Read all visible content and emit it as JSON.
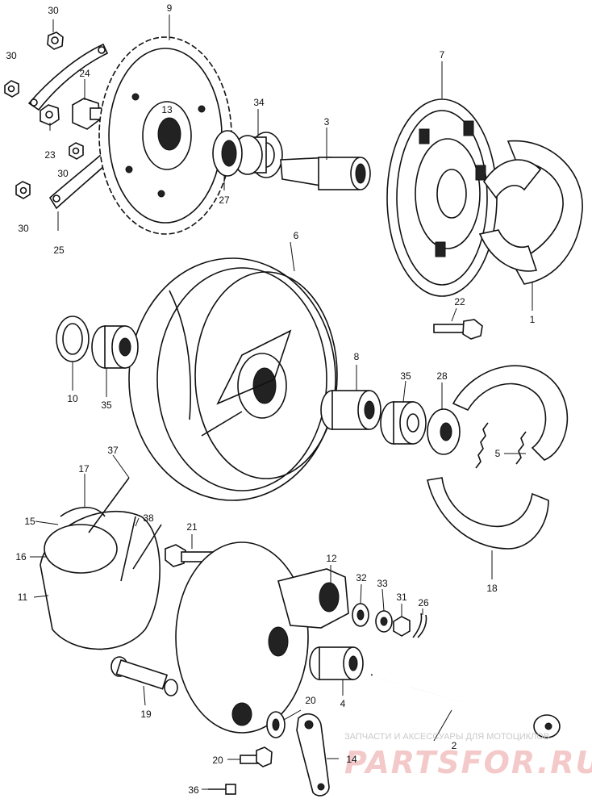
{
  "diagram": {
    "parts": [
      {
        "id": "p9",
        "label": "9",
        "part": "sprocket"
      },
      {
        "id": "p30a",
        "label": "30",
        "part": "nut"
      },
      {
        "id": "p30b",
        "label": "30",
        "part": "nut"
      },
      {
        "id": "p30c",
        "label": "30",
        "part": "nut"
      },
      {
        "id": "p30d",
        "label": "30",
        "part": "nut"
      },
      {
        "id": "p24",
        "label": "24",
        "part": "bolt"
      },
      {
        "id": "p23",
        "label": "23",
        "part": "nut"
      },
      {
        "id": "p25",
        "label": "25",
        "part": "lock-plate"
      },
      {
        "id": "p13",
        "label": "13",
        "part": "bearing"
      },
      {
        "id": "p34",
        "label": "34",
        "part": "bearing"
      },
      {
        "id": "p27",
        "label": "27",
        "part": "seal"
      },
      {
        "id": "p3",
        "label": "3",
        "part": "sprocket-flange-sleeve"
      },
      {
        "id": "p7",
        "label": "7",
        "part": "final-driven-flange"
      },
      {
        "id": "p1",
        "label": "1",
        "part": "damper"
      },
      {
        "id": "p22",
        "label": "22",
        "part": "bolt"
      },
      {
        "id": "p6",
        "label": "6",
        "part": "wheel-hub"
      },
      {
        "id": "p10",
        "label": "10",
        "part": "washer"
      },
      {
        "id": "p35a",
        "label": "35",
        "part": "bearing"
      },
      {
        "id": "p8",
        "label": "8",
        "part": "spacer"
      },
      {
        "id": "p35b",
        "label": "35",
        "part": "bearing"
      },
      {
        "id": "p28",
        "label": "28",
        "part": "seal"
      },
      {
        "id": "p5",
        "label": "5",
        "part": "brake-spring"
      },
      {
        "id": "p18",
        "label": "18",
        "part": "brake-shoe"
      },
      {
        "id": "p37",
        "label": "37",
        "part": "spoke"
      },
      {
        "id": "p17",
        "label": "17",
        "part": "rim-band"
      },
      {
        "id": "p15",
        "label": "15",
        "part": "valve"
      },
      {
        "id": "p38",
        "label": "38",
        "part": "spoke"
      },
      {
        "id": "p16",
        "label": "16",
        "part": "tube"
      },
      {
        "id": "p11",
        "label": "11",
        "part": "tire"
      },
      {
        "id": "p21",
        "label": "21",
        "part": "bolt"
      },
      {
        "id": "p12",
        "label": "12",
        "part": "brake-panel"
      },
      {
        "id": "p32",
        "label": "32",
        "part": "washer"
      },
      {
        "id": "p33",
        "label": "33",
        "part": "washer"
      },
      {
        "id": "p31",
        "label": "31",
        "part": "nut"
      },
      {
        "id": "p26",
        "label": "26",
        "part": "cotter-pin"
      },
      {
        "id": "p4",
        "label": "4",
        "part": "collar"
      },
      {
        "id": "p2",
        "label": "2",
        "part": "axle"
      },
      {
        "id": "p19",
        "label": "19",
        "part": "brake-cam"
      },
      {
        "id": "p20a",
        "label": "20",
        "part": "washer"
      },
      {
        "id": "p20b",
        "label": "20",
        "part": "bolt"
      },
      {
        "id": "p14",
        "label": "14",
        "part": "brake-arm"
      },
      {
        "id": "p36",
        "label": "36",
        "part": "pin"
      }
    ]
  },
  "watermark": {
    "caption": "ЗАПЧАСТИ И АКСЕССУАРЫ ДЛЯ МОТОЦИКЛОВ",
    "brand": "PARTSFOR.RU"
  }
}
